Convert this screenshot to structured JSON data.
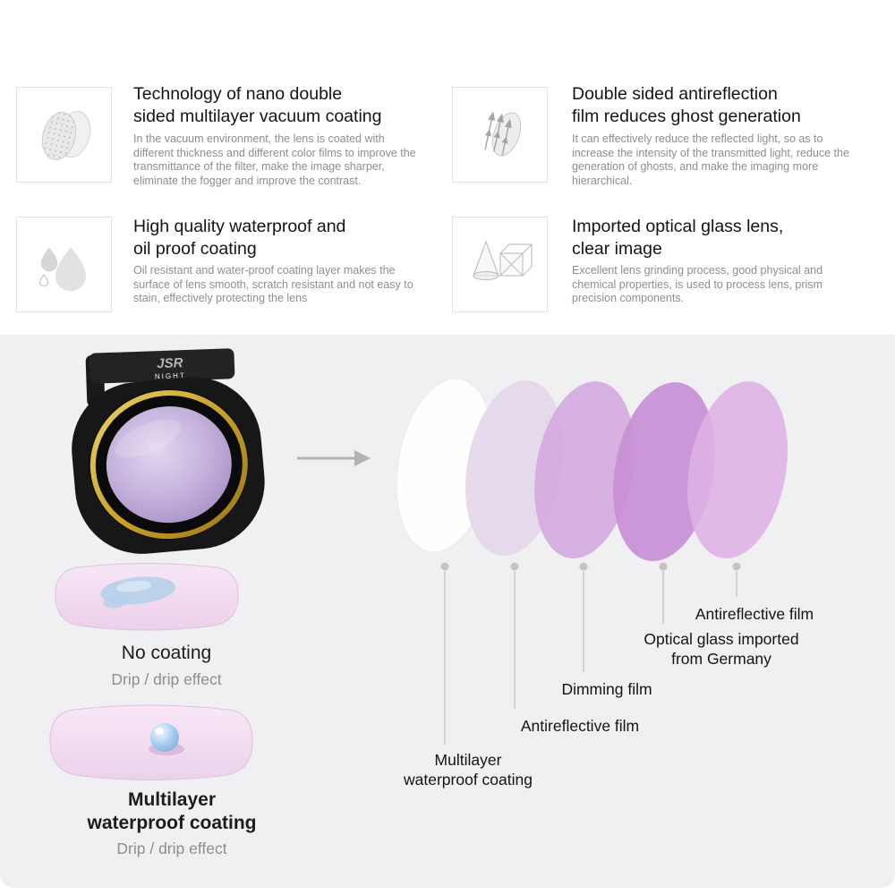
{
  "features": [
    {
      "icon": "nano-coating-icon",
      "title": "Technology of nano double\nsided multilayer vacuum coating",
      "desc": "In the vacuum environment, the lens is coated with different thickness and different color films to improve the transmittance of the filter, make the image sharper, eliminate the fogger and improve the contrast."
    },
    {
      "icon": "antireflection-icon",
      "title": "Double sided antireflection\nfilm reduces ghost generation",
      "desc": "It can effectively reduce the reflected light, so as to increase the intensity of the transmitted light, reduce the generation of ghosts, and make the imaging more hierarchical."
    },
    {
      "icon": "waterproof-icon",
      "title": "High quality waterproof and\noil proof coating",
      "desc": "Oil resistant and water-proof coating layer makes the surface of lens smooth, scratch resistant and not easy to stain, effectively protecting the lens"
    },
    {
      "icon": "optical-glass-icon",
      "title": "Imported optical glass lens,\nclear image",
      "desc": "Excellent lens grinding process, good physical and chemical properties, is used to process lens, prism precision components."
    }
  ],
  "product": {
    "brand": "JSR",
    "model": "NIGHT"
  },
  "exploded_layers": {
    "callouts": [
      "Multilayer\nwaterproof coating",
      "Antireflective film",
      "Dimming film",
      "Optical glass imported\nfrom Germany",
      "Antireflective film"
    ],
    "layer_colors": [
      "#fefefe",
      "#e6d7eb",
      "#d5abe0",
      "#c88fd6",
      "#ddb2e5"
    ]
  },
  "coating_demo": [
    {
      "title": "No coating",
      "subtitle": "Drip / drip effect"
    },
    {
      "title": "Multilayer\nwaterproof coating",
      "subtitle": "Drip / drip effect"
    }
  ],
  "icons": {
    "arrow": "right-arrow-icon"
  },
  "colors": {
    "panel_bg": "#f0eff1",
    "gold": "#c9a227",
    "lens": "#c3b0dc"
  }
}
